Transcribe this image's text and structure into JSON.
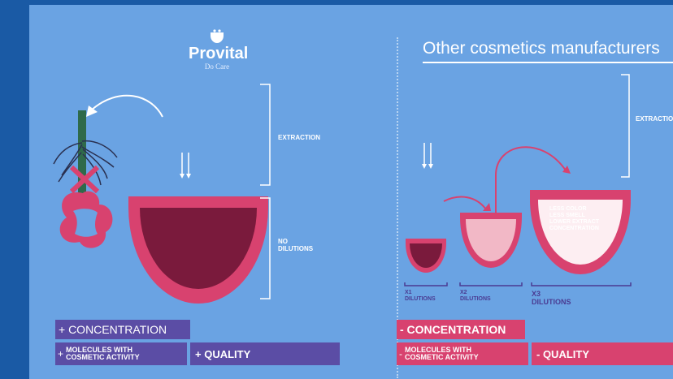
{
  "brand": {
    "name": "Provital",
    "tagline": "Do Care"
  },
  "right_heading": "Other cosmetics manufacturers",
  "left_side": {
    "extraction_label": "EXTRACTION",
    "no_dilutions_label": "NO\nDILUTIONS",
    "concentration_label": "+ CONCENTRATION",
    "molecules_prefix": "+",
    "molecules_label": "MOLECULES WITH\nCOSMETIC ACTIVITY",
    "quality_label": "+ QUALITY"
  },
  "right_side": {
    "extraction_label": "EXTRACTION",
    "bowl_text": "LESS COLOR\nLESS SMELL\nLOWER EXTRACT\nCONCENTRATION",
    "x1_label": "X1\nDILUTIONS",
    "x2_label": "X2\nDILUTIONS",
    "x3_label": "X3\nDILUTIONS",
    "concentration_label": "- CONCENTRATION",
    "molecules_prefix": "-",
    "molecules_label": "MOLECULES WITH\nCOSMETIC ACTIVITY",
    "quality_label": "- QUALITY"
  },
  "colors": {
    "background": "#6aa3e3",
    "frame": "#1a5aa5",
    "pink": "#d8426f",
    "dark_red": "#7a1a3c",
    "purple": "#5b4da5",
    "plant_green": "#2f6a4a"
  }
}
